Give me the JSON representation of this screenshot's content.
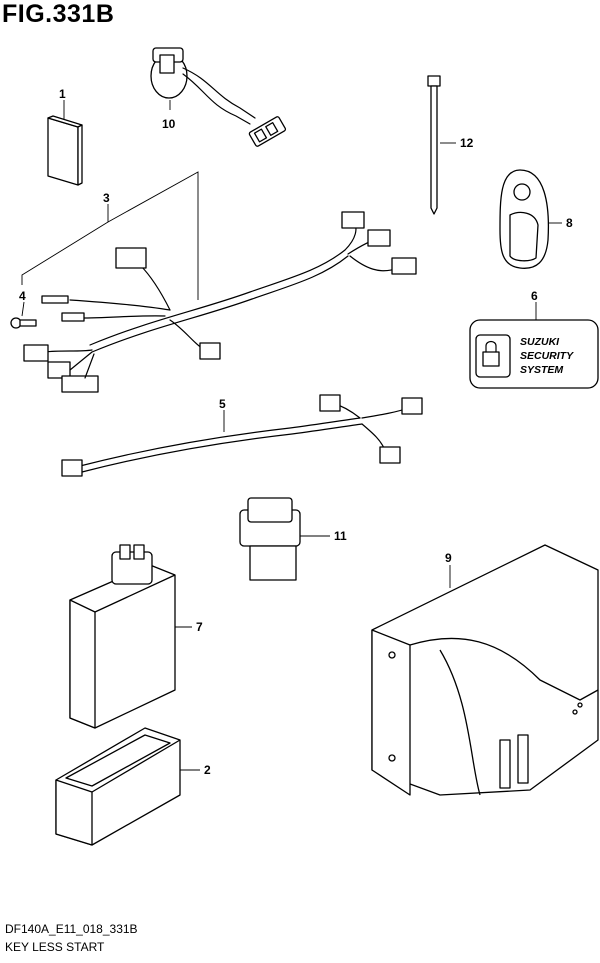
{
  "figure": {
    "title": "FIG.331B",
    "code": "DF140A_E11_018_331B",
    "caption": "KEY LESS START"
  },
  "callouts": [
    "1",
    "2",
    "3",
    "4",
    "5",
    "6",
    "7",
    "8",
    "9",
    "10",
    "11",
    "12"
  ],
  "security_badge": {
    "line1": "SUZUKI",
    "line2": "SECURITY",
    "line3": "SYSTEM"
  }
}
